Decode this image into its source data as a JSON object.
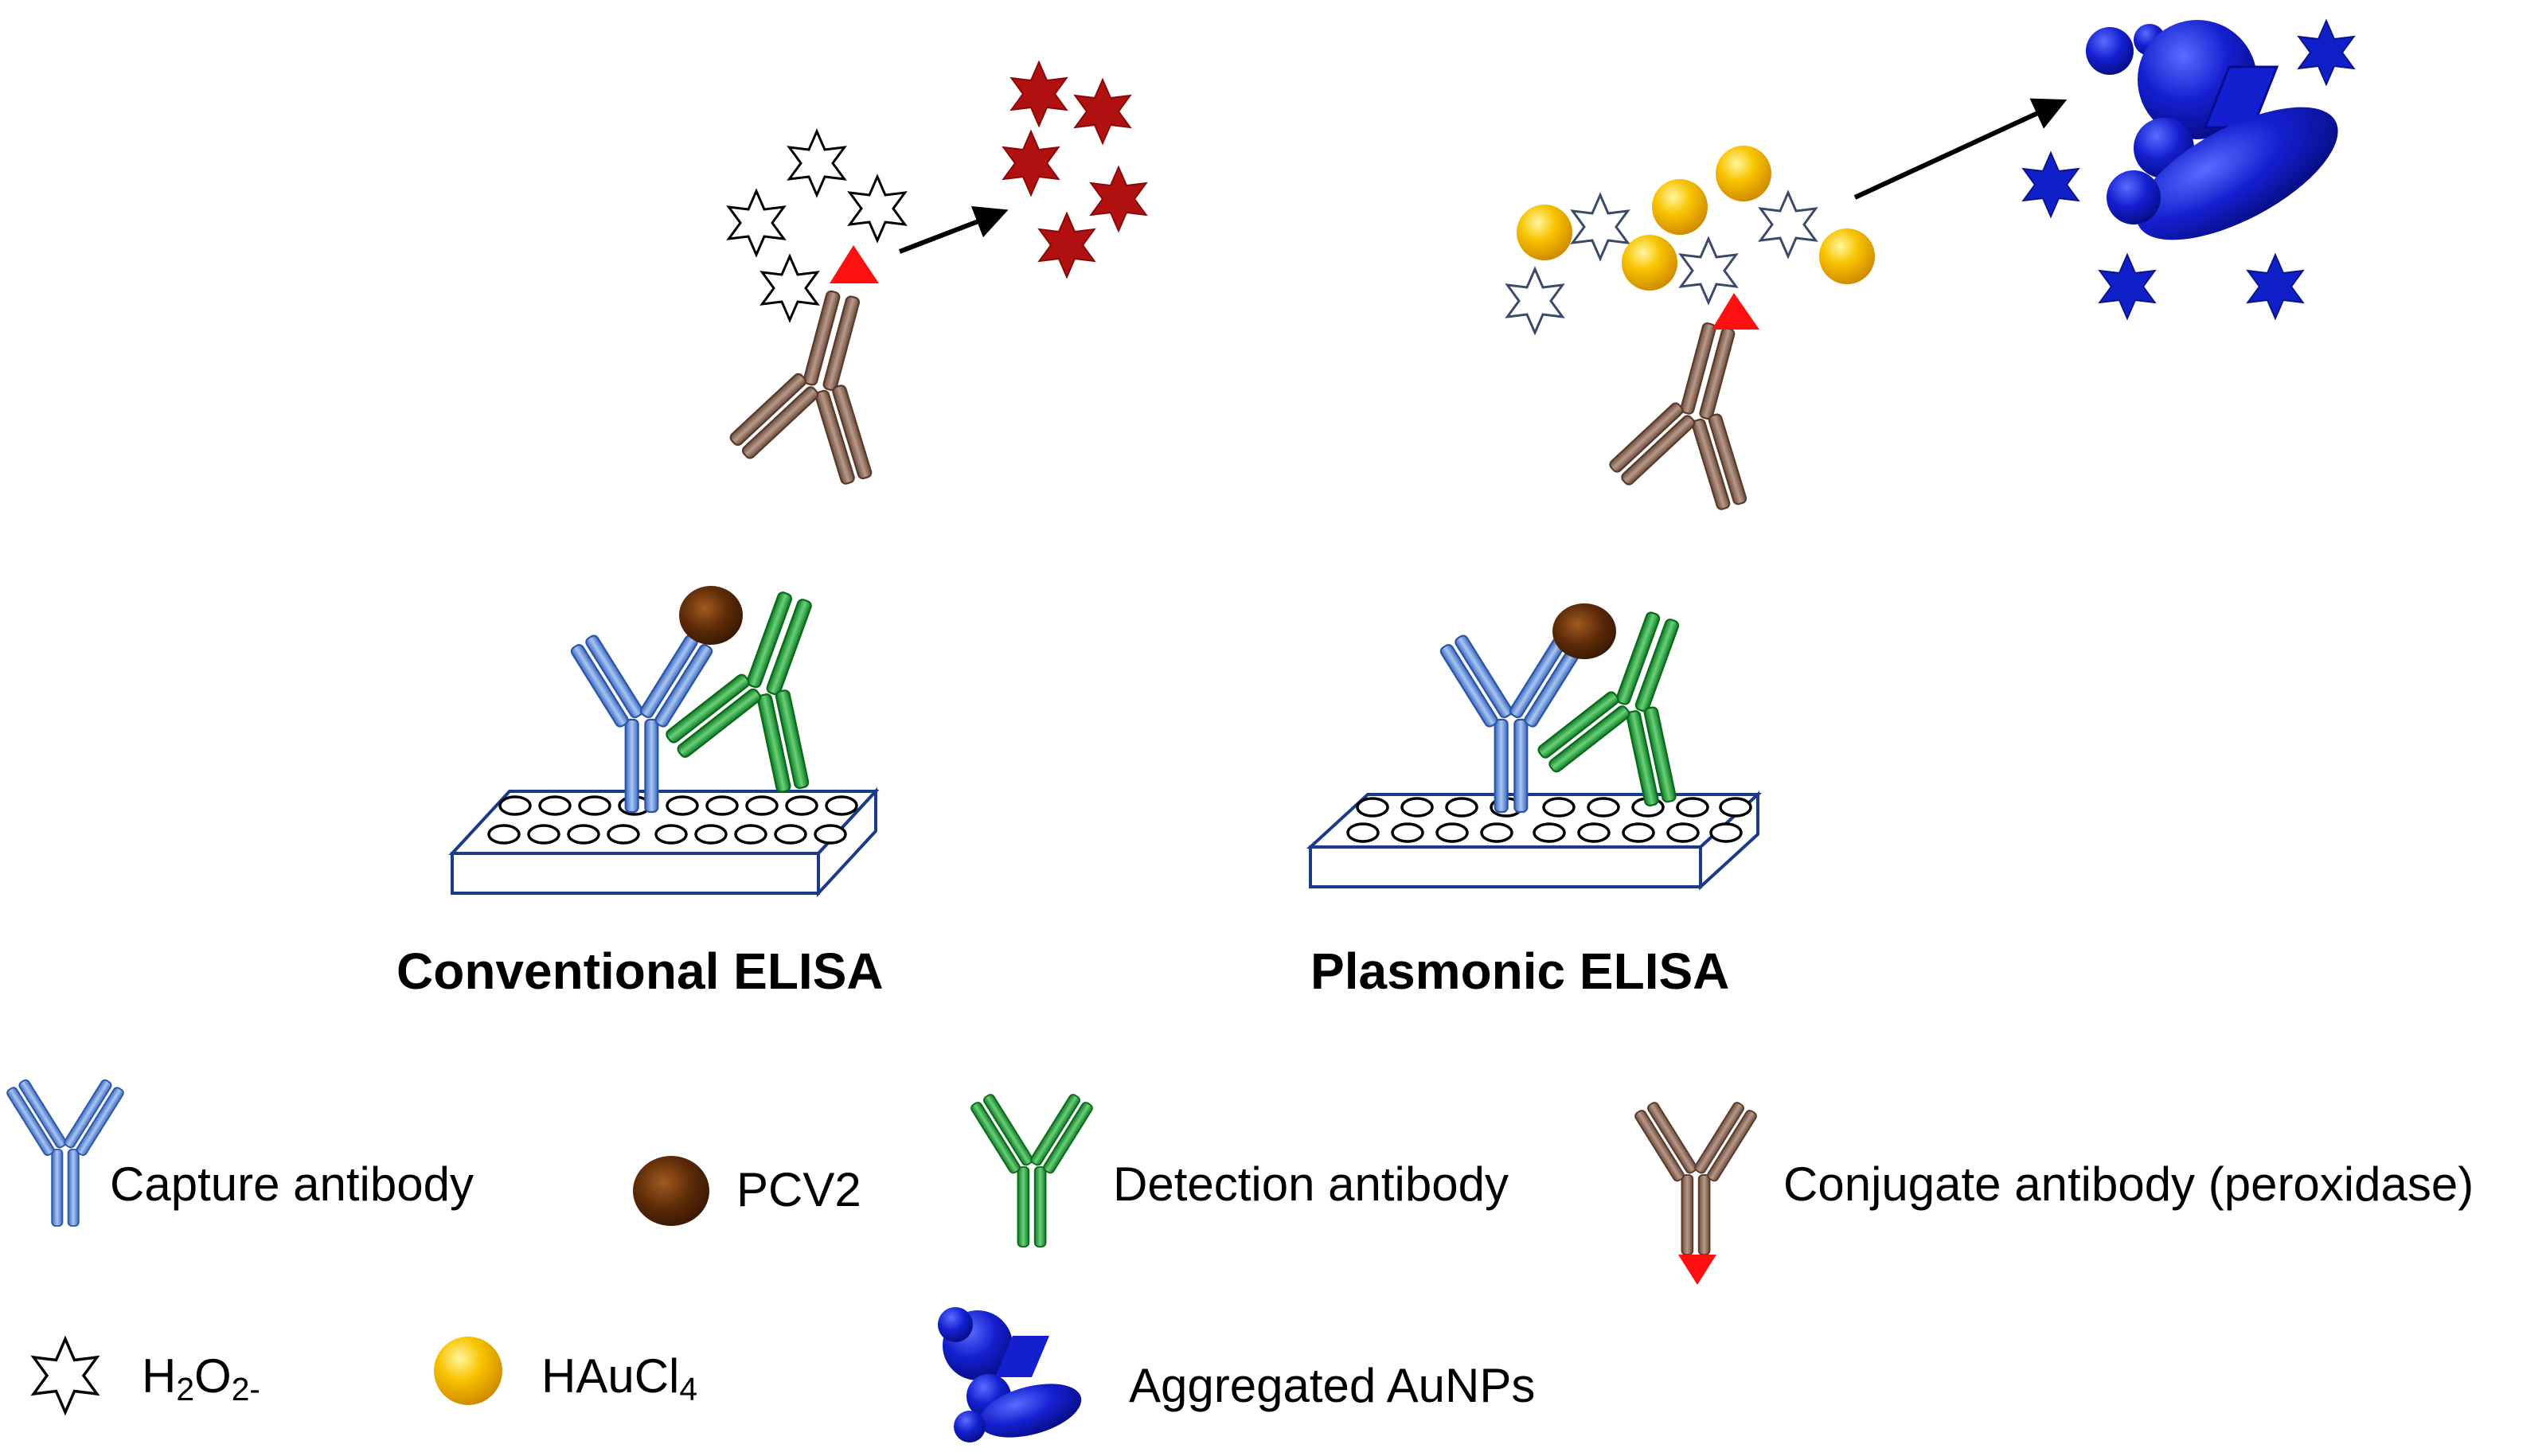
{
  "panels": {
    "conventional_title": "Conventional ELISA",
    "plasmonic_title": "Plasmonic ELISA"
  },
  "legend": {
    "capture_antibody": "Capture antibody",
    "pcv2": "PCV2",
    "detection_antibody": "Detection antibody",
    "conjugate_antibody": "Conjugate antibody (peroxidase)",
    "h2o2": {
      "base": "H",
      "sub1": "2",
      "mid": "O",
      "sub2": "2-"
    },
    "haucl4": {
      "base": "HAuCl",
      "sub": "4"
    },
    "aggregated_aunps": "Aggregated AuNPs"
  },
  "colors": {
    "capture": "#4f7fd0",
    "detection": "#1f9a3a",
    "conjugate": "#8b6a5a",
    "pcv2": "#5a2e0e",
    "peroxidase": "#ff1010",
    "product_star": "#b01010",
    "gold": "#f5b800",
    "aunp": "#1018c8"
  }
}
